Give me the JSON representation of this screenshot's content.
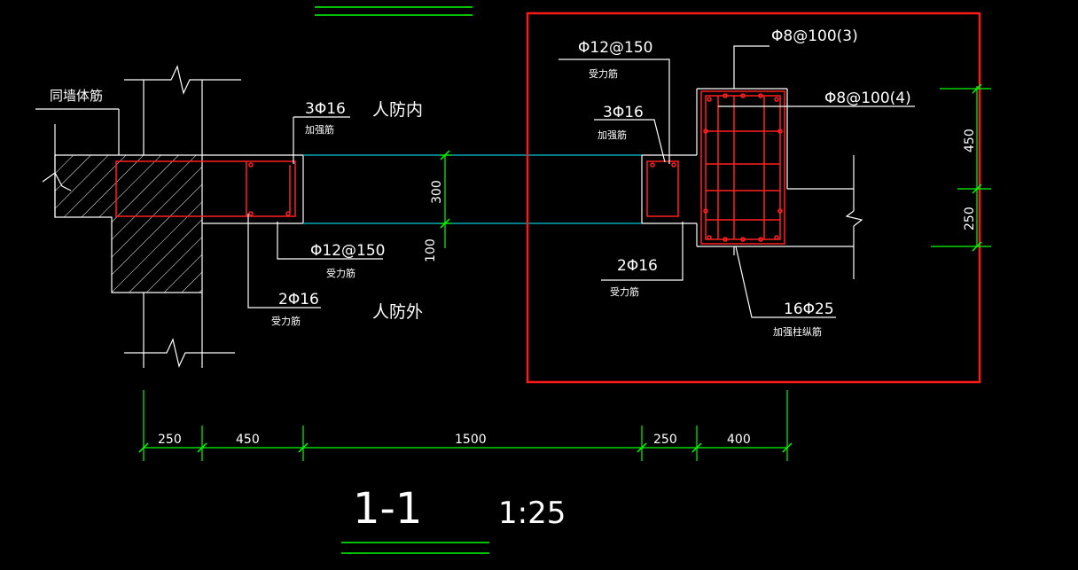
{
  "colors": {
    "background": "#000000",
    "line": "#ffffff",
    "cyan": "#00c8d8",
    "rebar": "#ff2020",
    "dimension": "#00ff00",
    "highlight": "#ff1a1a"
  },
  "left_labels": {
    "wall_rebar": "同墙体筋",
    "strengthen_rebar_count": "3Φ16",
    "strengthen_rebar_note": "加强筋",
    "inside": "人防内",
    "stress_rebar_spacing": "Φ12@150",
    "stress_rebar_note_1": "受力筋",
    "stress_rebar_count": "2Φ16",
    "stress_rebar_note_2": "受力筋",
    "outside": "人防外"
  },
  "right_labels": {
    "stress_rebar_spacing": "Φ12@150",
    "stress_rebar_note": "受力筋",
    "strengthen_rebar_count": "3Φ16",
    "strengthen_rebar_note": "加强筋",
    "stirrup_1": "Φ8@100(3)",
    "stirrup_2": "Φ8@100(4)",
    "stress_rebar_count": "2Φ16",
    "stress_rebar_count_note": "受力筋",
    "column_rebar": "16Φ25",
    "column_rebar_note": "加强柱纵筋"
  },
  "dimensions": {
    "beam_height": "300",
    "beam_offset": "100",
    "right_upper": "450",
    "right_lower": "250",
    "bottom": [
      "250",
      "450",
      "1500",
      "250",
      "400"
    ]
  },
  "title": {
    "section": "1-1",
    "scale": "1:25"
  }
}
